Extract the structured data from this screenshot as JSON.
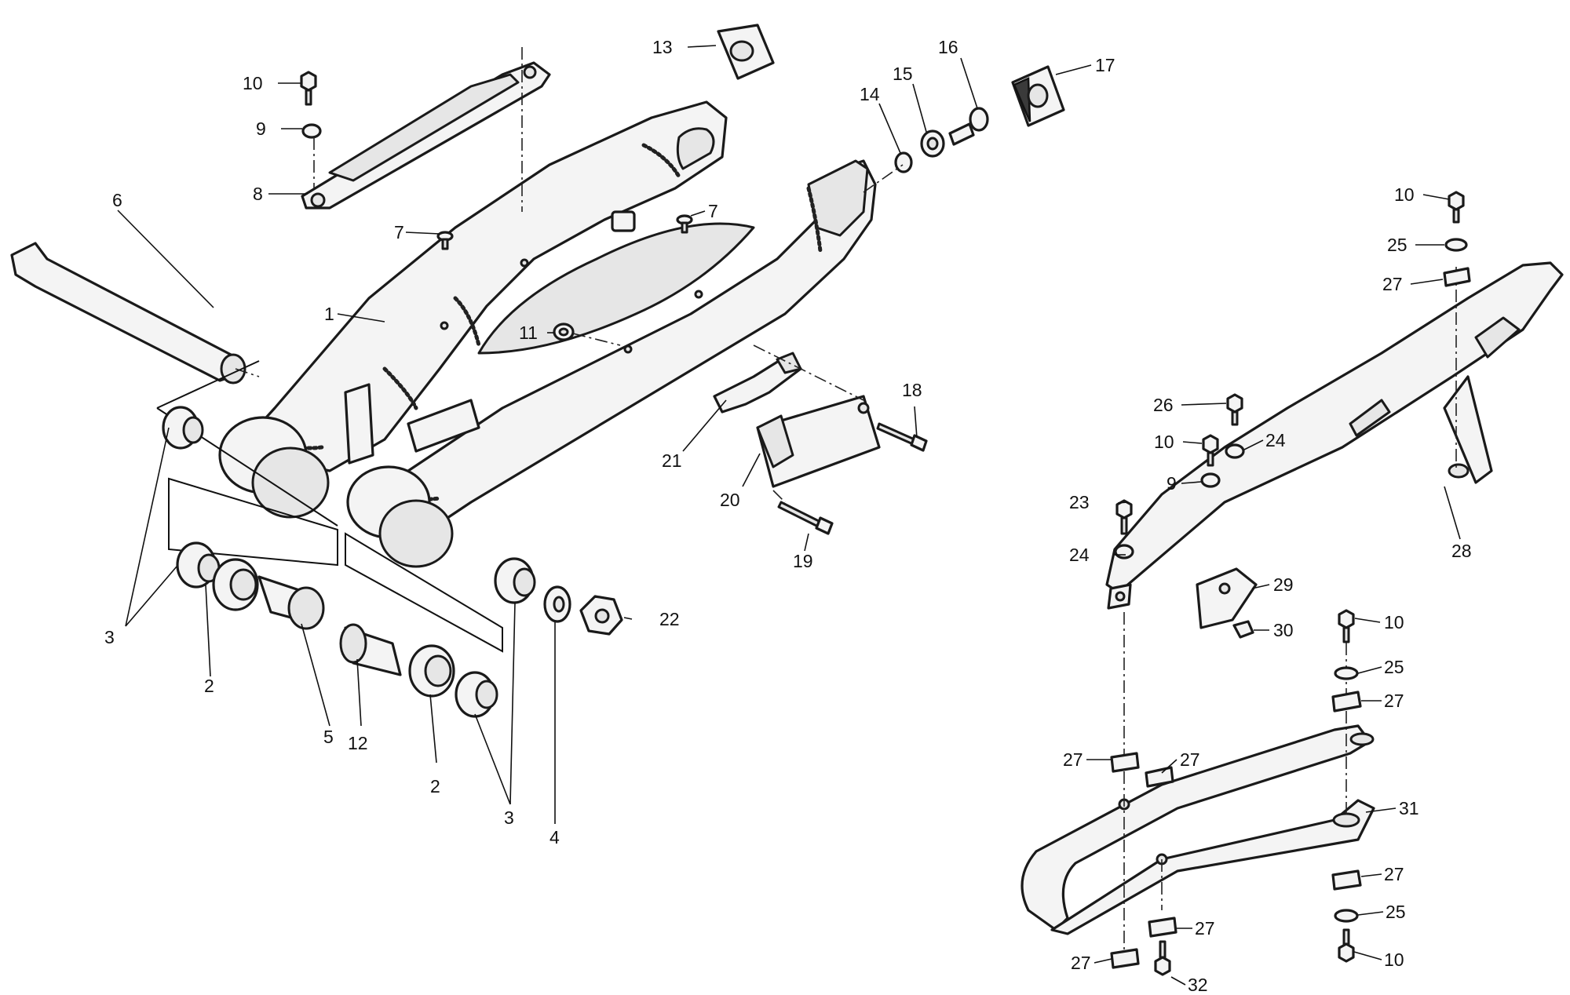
{
  "labels": {
    "l1": "1",
    "l2a": "2",
    "l2b": "2",
    "l3a": "3",
    "l3b": "3",
    "l4": "4",
    "l5": "5",
    "l6": "6",
    "l7a": "7",
    "l7b": "7",
    "l8": "8",
    "l9a": "9",
    "l9b": "9",
    "l10a": "10",
    "l10b": "10",
    "l10c": "10",
    "l10d": "10",
    "l10e": "10",
    "l11": "11",
    "l12": "12",
    "l13": "13",
    "l14": "14",
    "l15": "15",
    "l16": "16",
    "l17": "17",
    "l18": "18",
    "l19": "19",
    "l20": "20",
    "l21": "21",
    "l22": "22",
    "l23": "23",
    "l24a": "24",
    "l24b": "24",
    "l25a": "25",
    "l25b": "25",
    "l25c": "25",
    "l26": "26",
    "l27a": "27",
    "l27b": "27",
    "l27c": "27",
    "l27d": "27",
    "l27e": "27",
    "l27f": "27",
    "l27g": "27",
    "l28": "28",
    "l29": "29",
    "l30": "30",
    "l31": "31",
    "l32": "32"
  }
}
